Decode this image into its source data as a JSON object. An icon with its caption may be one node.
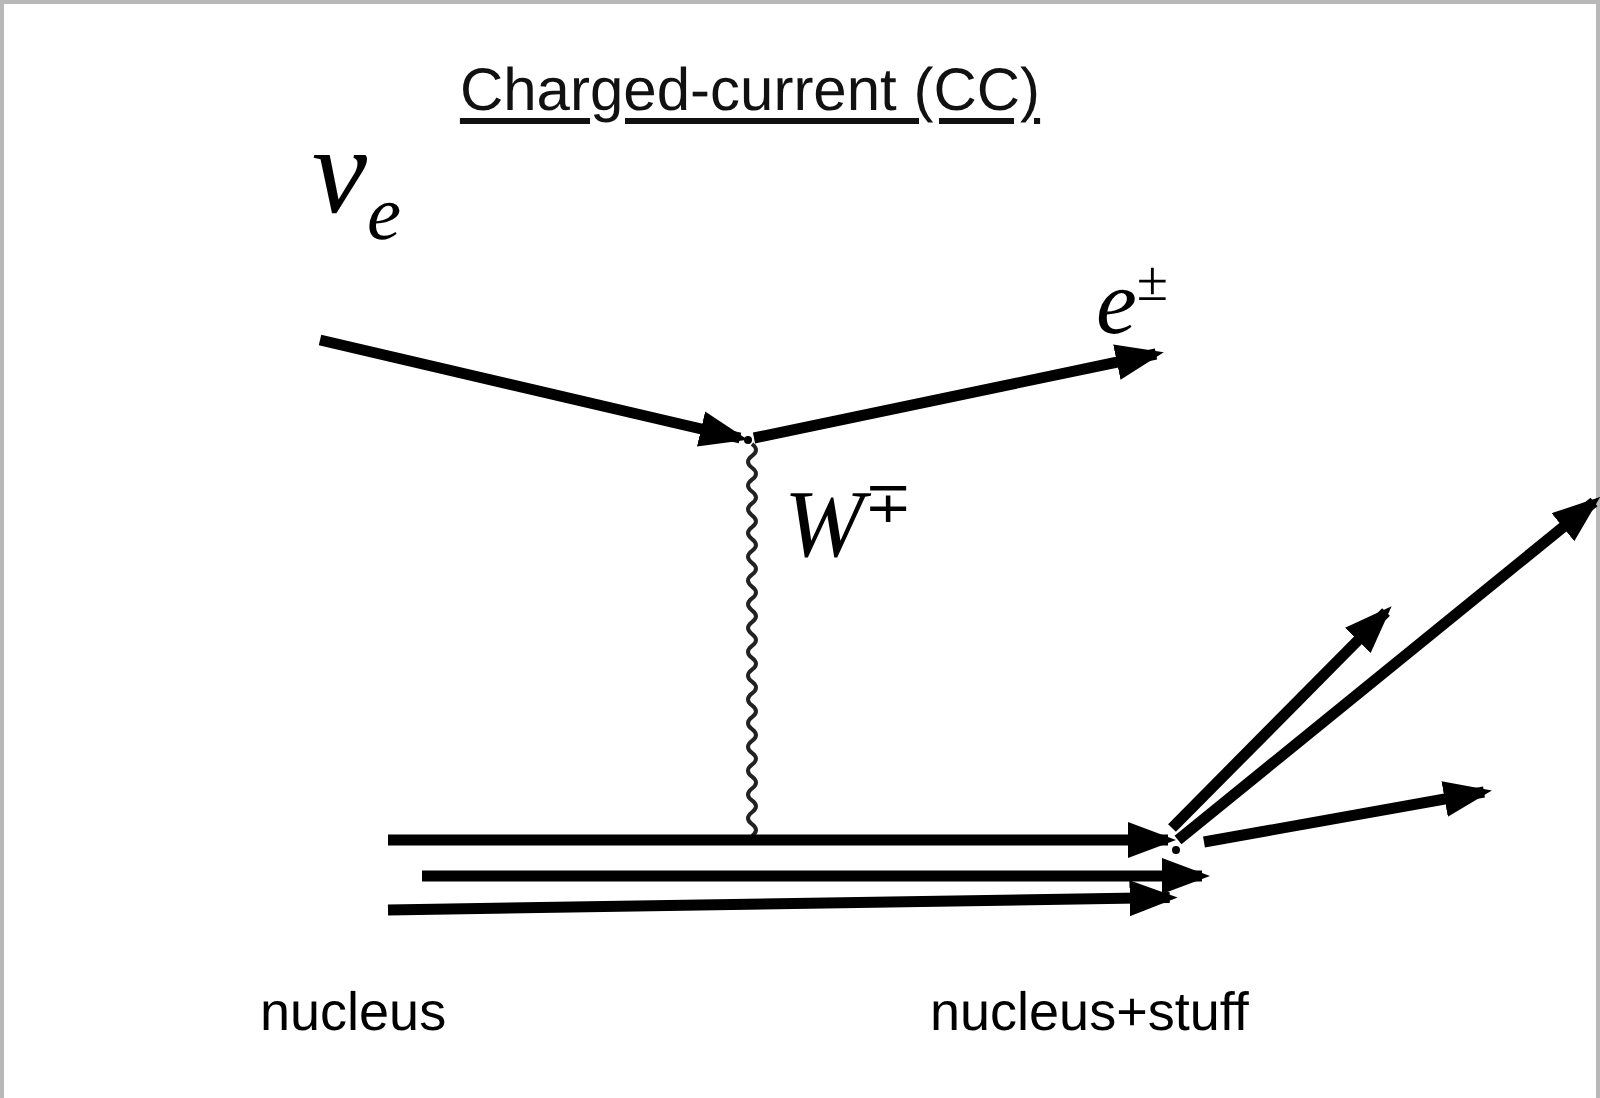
{
  "diagram": {
    "title": "Charged-current (CC)",
    "nodes": [
      {
        "text": [
          "ν$_{e}$"
        ]
      },
      {
        "text": [],
        "shape": "point"
      },
      {
        "text": [
          "e$^{±}$"
        ]
      },
      {
        "text": [],
        "shape": "point"
      }
    ],
    "edges": [
      {
        "from": 0,
        "to": 1,
        "arrow": "to"
      },
      {
        "from": 1,
        "to": 2,
        "arrow": "to"
      },
      {
        "from": 1,
        "to": null,
        "arrow": "none",
        "label": "W$^{∓}$"
      },
      {
        "from": null,
        "to": 3,
        "arrow": "to"
      },
      {
        "from": null,
        "to": 3,
        "arrow": "to"
      },
      {
        "from": null,
        "to": 3,
        "arrow": "to"
      },
      {
        "from": 3,
        "to": null,
        "arrow": "to"
      },
      {
        "from": 3,
        "to": null,
        "arrow": "to"
      },
      {
        "from": 3,
        "to": null,
        "arrow": "to"
      }
    ],
    "labels": [
      "nucleus",
      "nucleus+stuff"
    ]
  }
}
